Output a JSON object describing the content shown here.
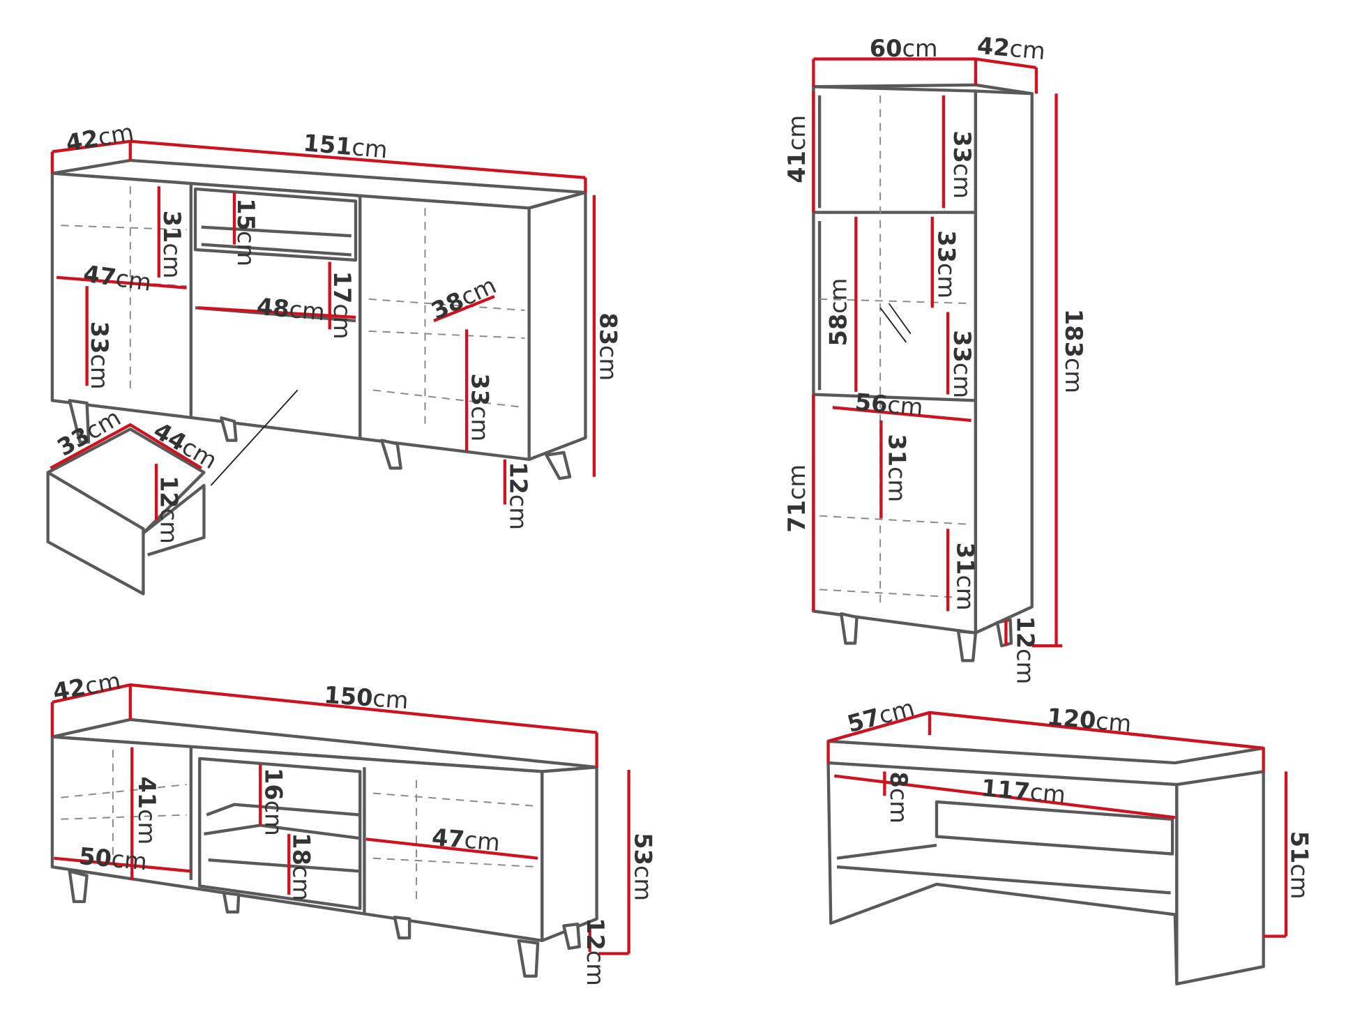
{
  "labels": [
    {
      "group": "sideboard",
      "value": "42",
      "unit": "cm"
    },
    {
      "group": "sideboard",
      "value": "151",
      "unit": "cm"
    },
    {
      "group": "sideboard",
      "value": "31",
      "unit": "cm"
    },
    {
      "group": "sideboard",
      "value": "15",
      "unit": "cm"
    },
    {
      "group": "sideboard",
      "value": "47",
      "unit": "cm"
    },
    {
      "group": "sideboard",
      "value": "17",
      "unit": "cm"
    },
    {
      "group": "sideboard",
      "value": "48",
      "unit": "cm"
    },
    {
      "group": "sideboard",
      "value": "38",
      "unit": "cm"
    },
    {
      "group": "sideboard",
      "value": "33",
      "unit": "cm"
    },
    {
      "group": "sideboard",
      "value": "83",
      "unit": "cm"
    },
    {
      "group": "sideboard",
      "value": "33",
      "unit": "cm"
    },
    {
      "group": "sideboard",
      "value": "12",
      "unit": "cm"
    },
    {
      "group": "drawer",
      "value": "33",
      "unit": "cm"
    },
    {
      "group": "drawer",
      "value": "44",
      "unit": "cm"
    },
    {
      "group": "drawer",
      "value": "12",
      "unit": "cm"
    },
    {
      "group": "tall-cabinet",
      "value": "60",
      "unit": "cm"
    },
    {
      "group": "tall-cabinet",
      "value": "42",
      "unit": "cm"
    },
    {
      "group": "tall-cabinet",
      "value": "41",
      "unit": "cm"
    },
    {
      "group": "tall-cabinet",
      "value": "33",
      "unit": "cm"
    },
    {
      "group": "tall-cabinet",
      "value": "33",
      "unit": "cm"
    },
    {
      "group": "tall-cabinet",
      "value": "58",
      "unit": "cm"
    },
    {
      "group": "tall-cabinet",
      "value": "33",
      "unit": "cm"
    },
    {
      "group": "tall-cabinet",
      "value": "56",
      "unit": "cm"
    },
    {
      "group": "tall-cabinet",
      "value": "31",
      "unit": "cm"
    },
    {
      "group": "tall-cabinet",
      "value": "71",
      "unit": "cm"
    },
    {
      "group": "tall-cabinet",
      "value": "31",
      "unit": "cm"
    },
    {
      "group": "tall-cabinet",
      "value": "183",
      "unit": "cm"
    },
    {
      "group": "tall-cabinet",
      "value": "12",
      "unit": "cm"
    },
    {
      "group": "tv-unit",
      "value": "42",
      "unit": "cm"
    },
    {
      "group": "tv-unit",
      "value": "150",
      "unit": "cm"
    },
    {
      "group": "tv-unit",
      "value": "41",
      "unit": "cm"
    },
    {
      "group": "tv-unit",
      "value": "16",
      "unit": "cm"
    },
    {
      "group": "tv-unit",
      "value": "50",
      "unit": "cm"
    },
    {
      "group": "tv-unit",
      "value": "47",
      "unit": "cm"
    },
    {
      "group": "tv-unit",
      "value": "18",
      "unit": "cm"
    },
    {
      "group": "tv-unit",
      "value": "53",
      "unit": "cm"
    },
    {
      "group": "tv-unit",
      "value": "12",
      "unit": "cm"
    },
    {
      "group": "coffee-table",
      "value": "57",
      "unit": "cm"
    },
    {
      "group": "coffee-table",
      "value": "120",
      "unit": "cm"
    },
    {
      "group": "coffee-table",
      "value": "8",
      "unit": "cm"
    },
    {
      "group": "coffee-table",
      "value": "117",
      "unit": "cm"
    },
    {
      "group": "coffee-table",
      "value": "51",
      "unit": "cm"
    }
  ],
  "colors": {
    "outline": "#595959",
    "dimension": "#d0121f",
    "text": "#333333"
  }
}
